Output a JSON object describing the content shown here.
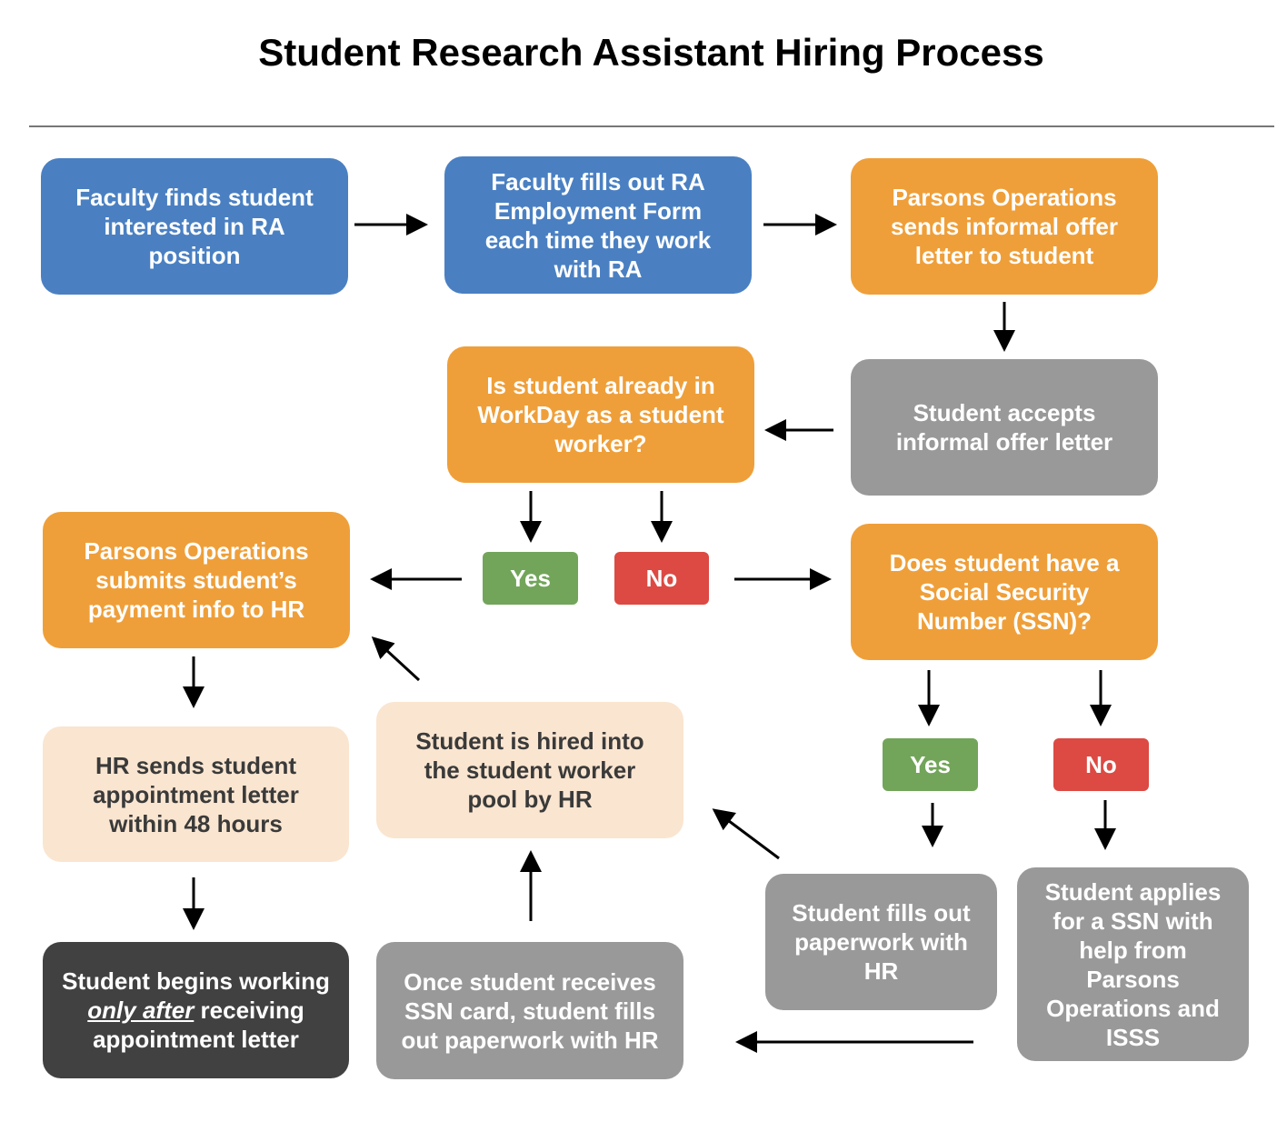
{
  "title": "Student Research Assistant Hiring Process",
  "colors": {
    "blue": "#4a80c2",
    "orange": "#ef9f39",
    "gray": "#999999",
    "peach": "#fae5d0",
    "dark": "#414141",
    "yes_green": "#72a55a",
    "no_red": "#dc4a43"
  },
  "nodes": {
    "faculty_finds": "Faculty finds student interested in RA position",
    "faculty_fills": "Faculty fills out RA Employment Form each time they work with RA",
    "ops_sends_offer": "Parsons Operations sends informal offer letter to student",
    "student_accepts": "Student accepts informal offer letter",
    "in_workday": "Is student already in WorkDay as a student worker?",
    "workday_yes": "Yes",
    "workday_no": "No",
    "ops_submits": "Parsons Operations submits student’s payment info to HR",
    "has_ssn": "Does student have a Social Security Number (SSN)?",
    "ssn_yes": "Yes",
    "ssn_no": "No",
    "hr_sends_letter": "HR sends student appointment letter within 48 hours",
    "hired_into_pool": "Student is hired into the student worker pool by HR",
    "fills_paperwork": "Student fills out paperwork with HR",
    "applies_ssn": "Student applies for a SSN with help from Parsons Operations and ISSS",
    "begins_working": {
      "prefix": "Student begins working",
      "emphasis": "only after",
      "suffix": "receiving appointment letter"
    },
    "receives_ssn_card": "Once student receives SSN card, student fills out paperwork with HR"
  }
}
